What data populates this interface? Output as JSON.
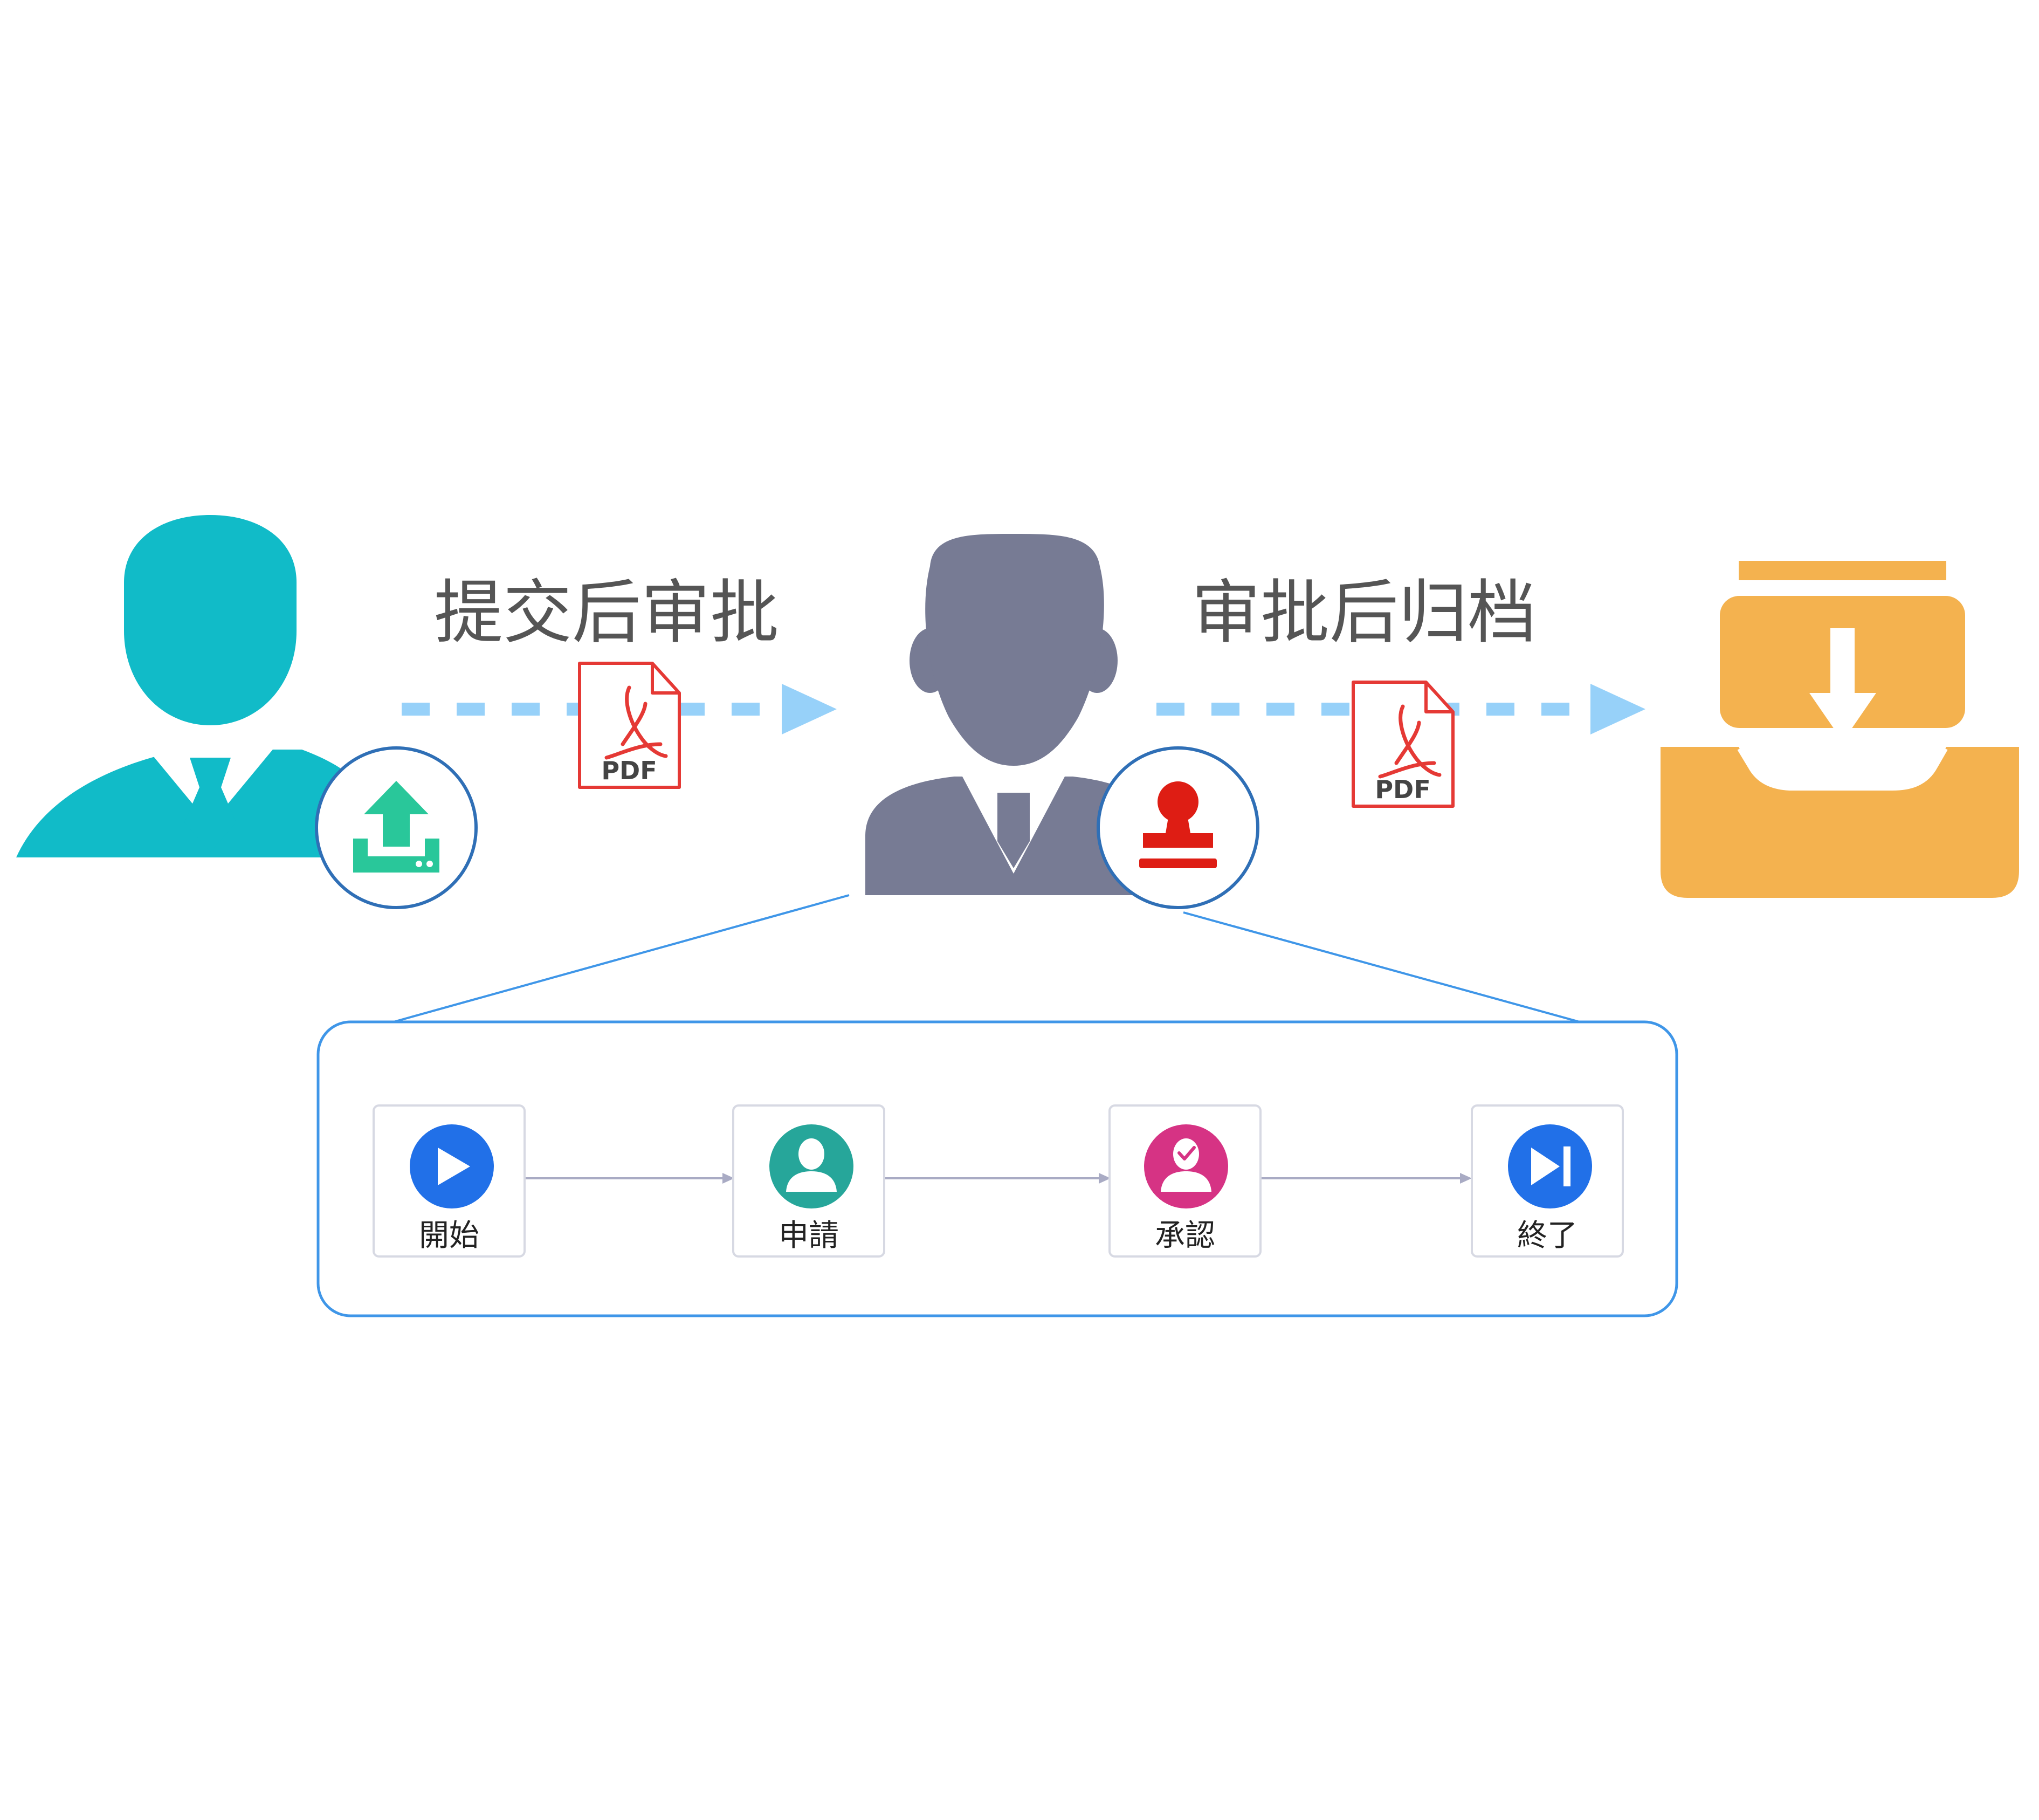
{
  "flow": {
    "submit_label": "提交后审批",
    "archive_label": "审批后归档"
  },
  "documents": [
    {
      "label": "PDF"
    },
    {
      "label": "PDF"
    }
  ],
  "process": {
    "steps": [
      {
        "label": "開始",
        "icon": "play-icon",
        "color": "#2170e8"
      },
      {
        "label": "申請",
        "icon": "user-icon",
        "color": "#26a69a"
      },
      {
        "label": "承認",
        "icon": "approver-icon",
        "color": "#d63384"
      },
      {
        "label": "終了",
        "icon": "end-icon",
        "color": "#2170e8"
      }
    ]
  },
  "colors": {
    "submitter": "#11bbc8",
    "approver": "#777b94",
    "archive": "#f4b24f",
    "upload": "#29c79a",
    "stamp": "#de1d14",
    "arrow": "#97d1f9",
    "pdf": "#e53935",
    "frame": "#3f96e8"
  }
}
